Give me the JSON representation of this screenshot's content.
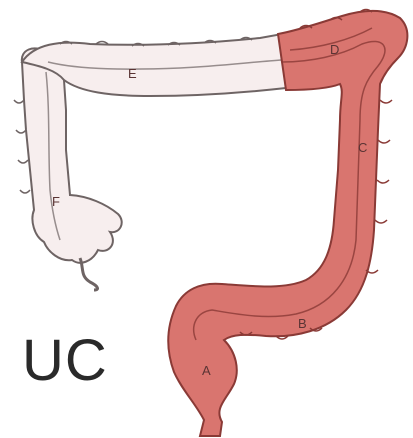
{
  "caption": "UC",
  "segment_labels": {
    "a": "A",
    "b": "B",
    "c": "C",
    "d": "D",
    "e": "E",
    "f": "F"
  },
  "colors": {
    "inflamed": "#d9756f",
    "inflamed_outline": "#8a3a36",
    "healthy": "#f7eeee",
    "healthy_outline": "#6e6464"
  }
}
